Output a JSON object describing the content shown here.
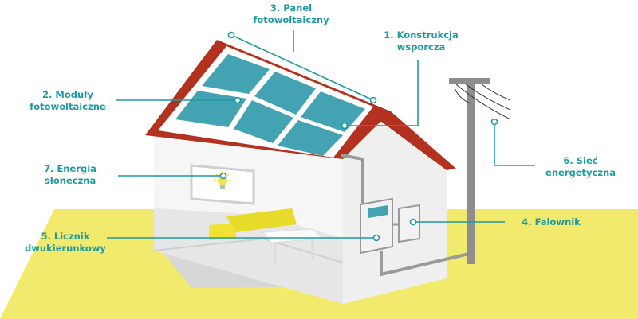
{
  "labels": {
    "frame": [
      "1. Konstrukcja",
      "wsporcza"
    ],
    "modules": [
      "2. Moduły",
      "fotowoltaiczne"
    ],
    "panel": [
      "3. Panel",
      "fotowoltaiczny"
    ],
    "inverter": [
      "4. Falownik"
    ],
    "meter": [
      "5. Licznik",
      "dwukierunkowy"
    ],
    "grid": [
      "6. Sieć",
      "energetyczna"
    ],
    "sun": [
      "7. Energia",
      "słoneczna"
    ]
  },
  "colors": {
    "accent": "#1e9aa3",
    "ground": "#f2ea6c",
    "roof": "#b3321f",
    "panel": "#43a3b3",
    "wall": "#f4f4f4",
    "wall_shade": "#e2e2e2",
    "pole": "#8e8e8e",
    "furniture": "#efe234"
  },
  "icons": [
    "bulb-icon"
  ]
}
